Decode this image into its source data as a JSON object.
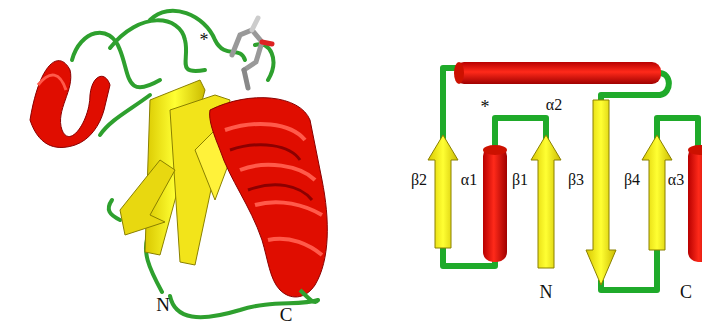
{
  "diagram": {
    "labels": [
      "*",
      "N",
      "C",
      "α2",
      "*",
      "β2",
      "α1",
      "β1",
      "β3",
      "β4",
      "α3",
      "N",
      "C"
    ]
  }
}
